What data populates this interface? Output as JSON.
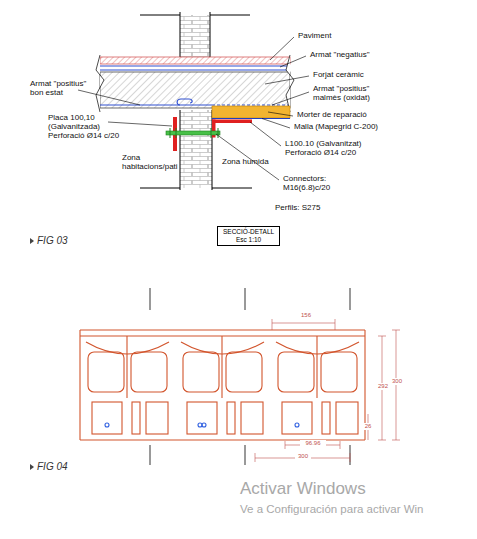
{
  "diagram": {
    "nodes": [
      {
        "text": [
          "SECCIÓ-DETALL",
          "Esc 1:10"
        ]
      }
    ],
    "edges": [],
    "labels": [
      "Paviment",
      "Armat \"negatius\"",
      "Forjat ceràmic",
      "Armat \"positius\" malmès (oxidat)",
      "Morter de reparació",
      "Malla (Mapegrid C-200)",
      "L100.10 (Galvanitzat) Perforació Ø14 c/20",
      "Connectors: M16(6.8)c/20",
      "Perfils: S275",
      "Armat \"positius\" bon estat",
      "Placa 100,10 (Galvanitzada) Perforació Ø14 c/20",
      "Zona habitacions/pati",
      "Zona humida",
      "FIG 03",
      "156",
      "292",
      "300",
      "26",
      "96.96",
      "300",
      "FIG 04",
      "Activar Windows",
      "Ve a Configuración para activar Win"
    ]
  }
}
